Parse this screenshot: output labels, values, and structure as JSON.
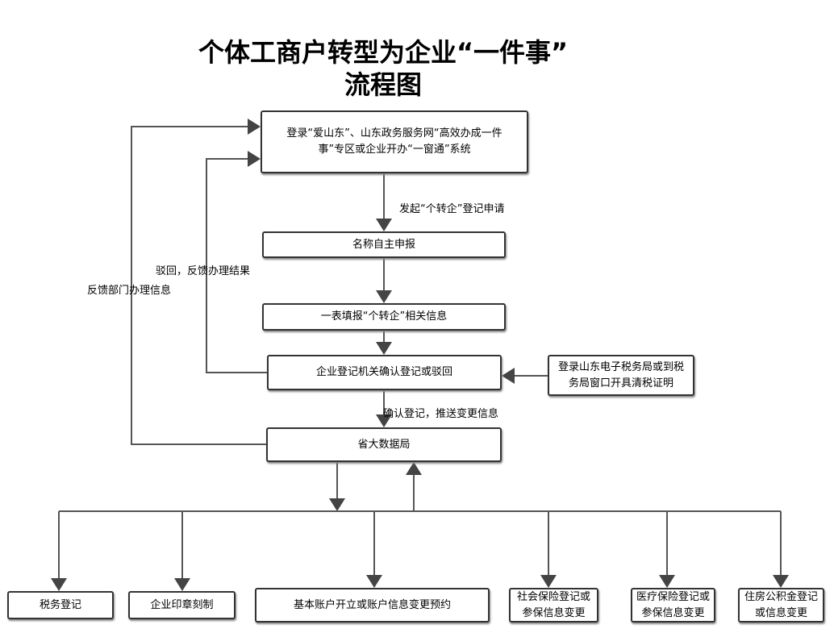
{
  "title": {
    "line1": "个体工商户转型为企业“一件事”",
    "line2": "流程图"
  },
  "nodes": {
    "login": "登录“爱山东”、山东政务服务网“高效办成一件事”专区或企业开办“一窗通”系统",
    "name": "名称自主申报",
    "form": "一表填报“个转企”相关信息",
    "confirm": "企业登记机关确认登记或驳回",
    "tax_cert": "登录山东电子税务局或到税务局窗口开具清税证明",
    "bigdata": "省大数据局",
    "outputs": [
      "税务登记",
      "企业印章刻制",
      "基本账户开立或账户信息变更预约",
      "社会保险登记或参保信息变更",
      "医疗保险登记或参保信息变更",
      "住房公积金登记或信息变更"
    ]
  },
  "edges": {
    "initiate": "发起“个转企”登记申请",
    "push": "确认登记，推送变更信息",
    "reject": "驳回，反馈办理结果",
    "feedback": "反馈部门办理信息"
  }
}
